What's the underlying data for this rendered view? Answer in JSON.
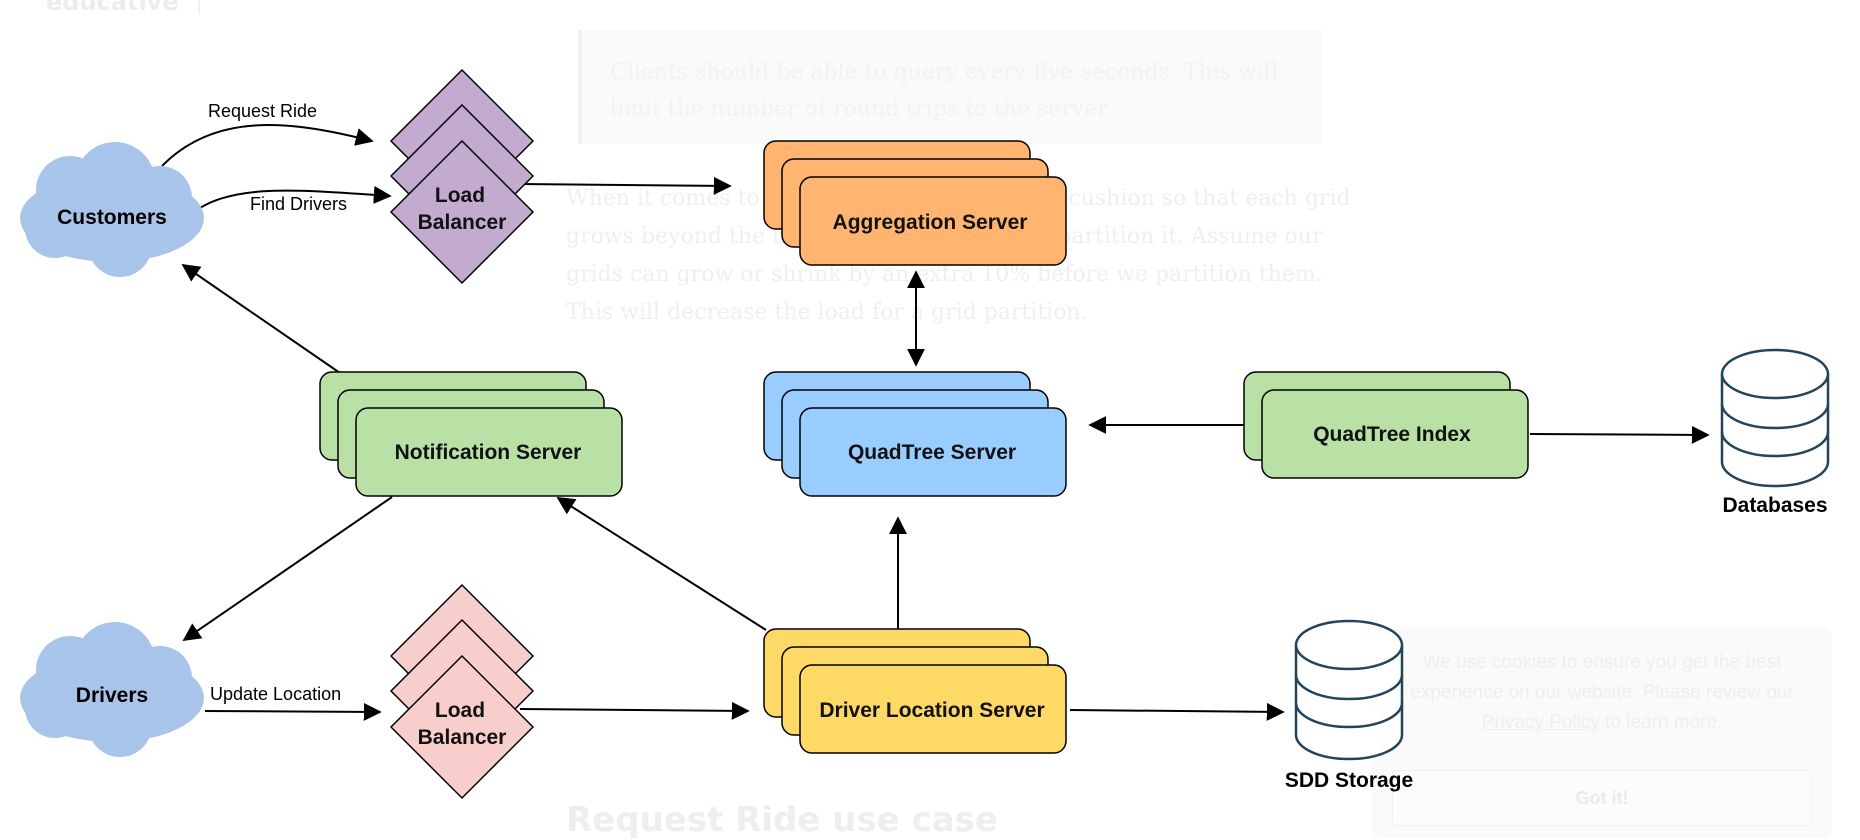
{
  "article": {
    "brand": "educative",
    "quote": "Clients should be able to query every five seconds. This will limit the number of round trips to the server.",
    "paragraph": "When it comes to a grid, we can keep a 10% cushion so that each grid grows beyond the limit before we decide to partition it. Assume our grids can grow or shrink by an extra 10% before we partition them. This will decrease the load for a grid partition.",
    "heading": "Request Ride use case"
  },
  "cookie_banner": {
    "text_before": "We use cookies to ensure you get the best experience on our website. Please review our",
    "link": "Privacy Policy",
    "text_after": "to learn more.",
    "button": "Got it!"
  },
  "diagram": {
    "customers": "Customers",
    "drivers": "Drivers",
    "load_balancer_top": [
      "Load",
      "Balancer"
    ],
    "load_balancer_bottom": [
      "Load",
      "Balancer"
    ],
    "aggregation_server": "Aggregation Server",
    "notification_server": "Notification Server",
    "quadtree_server": "QuadTree Server",
    "quadtree_index": "QuadTree Index",
    "driver_location_server": "Driver Location Server",
    "databases": "Databases",
    "sdd_storage": "SDD Storage",
    "edges": {
      "request_ride": "Request Ride",
      "find_drivers": "Find Drivers",
      "update_location": "Update Location"
    },
    "colors": {
      "load_balancer_top": "#C3ABD0",
      "load_balancer_bottom": "#F8CECC",
      "aggregation": "#FFB570",
      "notification": "#B9E0A5",
      "quadtree_server": "#99CCFF",
      "quadtree_index": "#B9E0A5",
      "driver_location": "#FFD966",
      "cloud": "#A9C4EB",
      "database_stroke": "#23445D"
    }
  }
}
